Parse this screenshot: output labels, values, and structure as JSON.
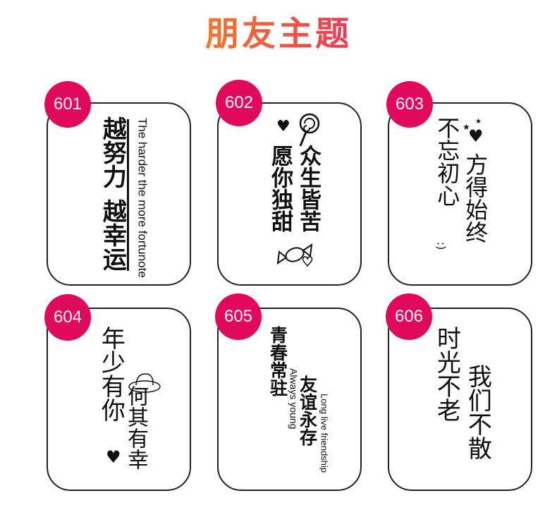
{
  "title": "朋友主题",
  "cards": [
    {
      "id": "601",
      "cn_line1": "越努力",
      "cn_line2": "越幸运",
      "en": "The harder the more fortunote"
    },
    {
      "id": "602",
      "cn_line1": "众生皆苦",
      "cn_line2": "愿你独甜"
    },
    {
      "id": "603",
      "cn_line1": "不忘初心",
      "cn_line2": "方得始终",
      "smiley": ":)"
    },
    {
      "id": "604",
      "cn_line1": "年少有你",
      "cn_line2": "何其有幸"
    },
    {
      "id": "605",
      "cn_line1": "青春常驻",
      "en1": "Always young",
      "cn_line2": "友谊永存",
      "en2": "Long live friendship"
    },
    {
      "id": "606",
      "cn_line1": "时光不老",
      "cn_line2": "我们不散"
    }
  ],
  "icons": [
    "heart-icon",
    "lollipop-icon",
    "candy-icon",
    "star-icon",
    "hat-icon"
  ]
}
